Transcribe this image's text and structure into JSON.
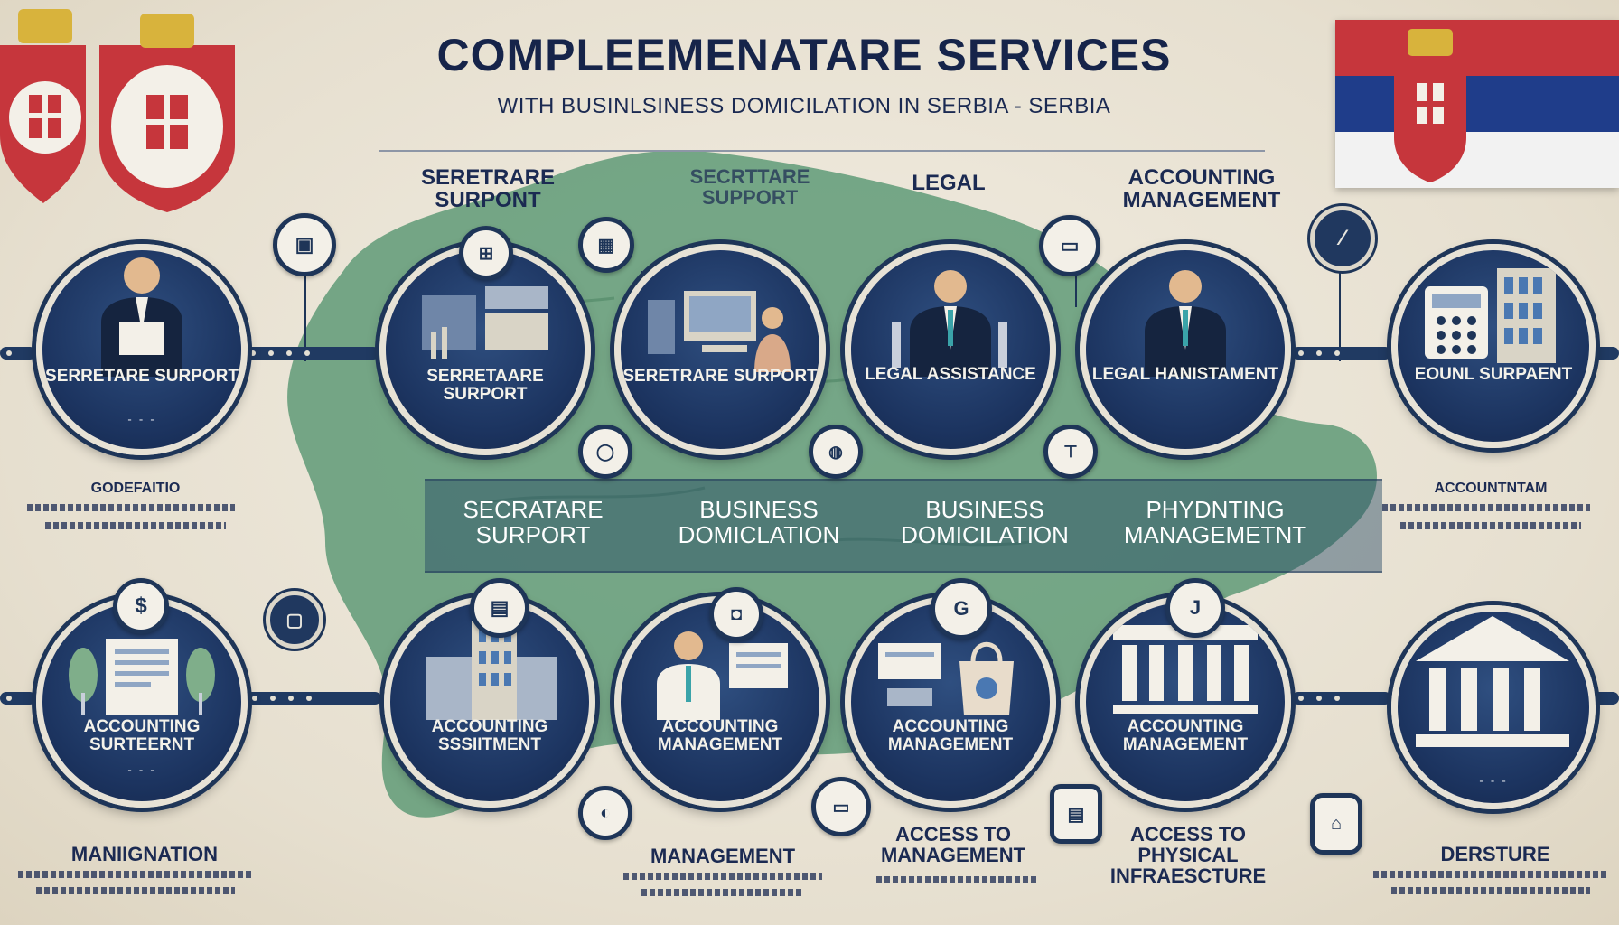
{
  "header": {
    "title": "COMPLEEMENATARE SERVICES",
    "subtitle": "WITH BUSINLSINESS DOMICILATION IN SERBIA - SERBIA"
  },
  "colors": {
    "navy": "#1e3558",
    "map_green": "#5f9a77",
    "flag_red": "#c6363c",
    "flag_blue": "#1f3d8a",
    "flag_white": "#f2f2f2"
  },
  "top_labels": [
    "SERETRARE SURPONT",
    "SECRTTARE SUPPORT",
    "LEGAL",
    "ACCOUNTING MANAGEMENT"
  ],
  "top_circles": [
    {
      "label": "SERRETARE SURPORT",
      "icon": "businessman-reading-icon"
    },
    {
      "label": "SERRETAARE SURPORT",
      "icon": "office-equipment-icon"
    },
    {
      "label": "SERETRARE SURPORT",
      "icon": "computer-worker-icon"
    },
    {
      "label": "LEGAL ASSISTANCE",
      "icon": "lawyer-icon"
    },
    {
      "label": "LEGAL HANISTAMENT",
      "icon": "businessman-icon"
    },
    {
      "label": "EOUNL SURPAENT",
      "icon": "calculator-icon"
    }
  ],
  "center_panels": [
    "SECRATARE SURPORT",
    "BUSINESS DOMICLATION",
    "BUSINESS DOMICILATION",
    "PHYDNTING MANAGEMETNT"
  ],
  "bottom_circles": [
    {
      "label": "ACCOUNTING SURTEERNT",
      "icon": "document-trees-icon"
    },
    {
      "label": "ACCOUNTING SSSIITMENT",
      "icon": "office-building-icon"
    },
    {
      "label": "ACCOUNTING MANAGEMENT",
      "icon": "presenter-icon"
    },
    {
      "label": "ACCOUNTING MANAGEMENT",
      "icon": "shopping-bag-icon"
    },
    {
      "label": "ACCOUNTING MANAGEMENT",
      "icon": "columns-building-icon"
    },
    {
      "label": "",
      "icon": "bank-building-icon"
    }
  ],
  "side_notes": {
    "left_mid_title": "GODEFAITIO",
    "right_mid_title": "ACCOUNTNTAM"
  },
  "bottom_labels": [
    "MANIIGNATION",
    "MANAGEMENT",
    "ACCESS TO MANAGEMENT",
    "ACCESS TO PHYSICAL INFRAESCTURE",
    "DERSTURE"
  ]
}
